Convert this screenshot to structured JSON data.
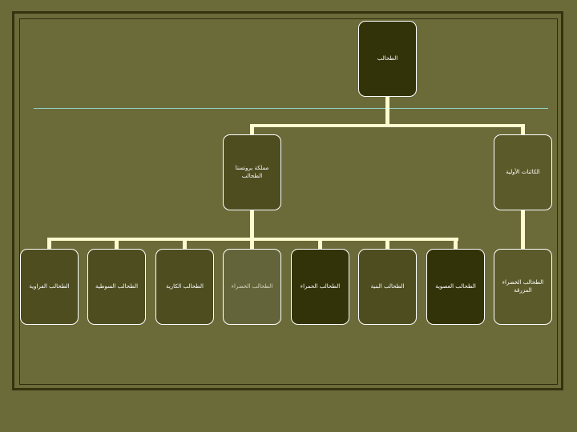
{
  "diagram": {
    "root": {
      "label": "الطحالب"
    },
    "level1": [
      {
        "label": "مملكة بروتستا الطحالب"
      },
      {
        "label": "الكائنات الأولية"
      }
    ],
    "level2": [
      {
        "label": "الطحالب الفراوية"
      },
      {
        "label": "الطحالب السوطية"
      },
      {
        "label": "الطحالب الكارية"
      },
      {
        "label": "الطحالب الخضراء"
      },
      {
        "label": "الطحالب الحمراء"
      },
      {
        "label": "الطحالب البنية"
      },
      {
        "label": "الطحالب العصوية"
      },
      {
        "label": "الطحالب الخضراء المزرقة"
      }
    ]
  },
  "colors": {
    "background": "#6b6b3a",
    "frame": "#33330f",
    "connector": "#fffbd0",
    "rule": "#8fd3c8"
  }
}
